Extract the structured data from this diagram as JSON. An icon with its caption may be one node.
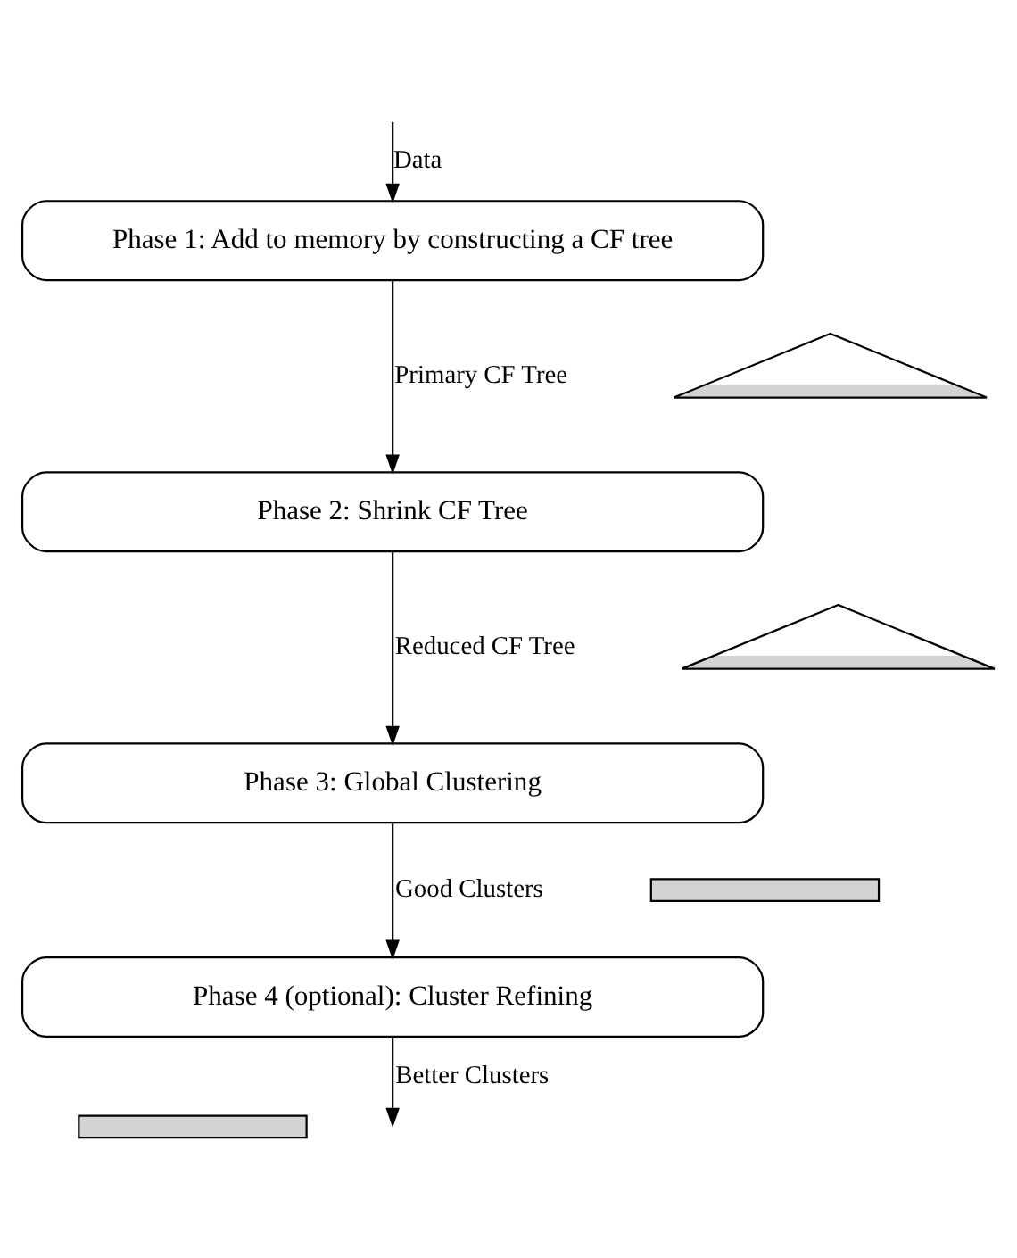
{
  "diagram": {
    "nodes": [
      {
        "text": [
          "Phase 1: Add to memory by constructing a CF tree"
        ]
      },
      {
        "text": [
          "Phase 2: Shrink CF Tree"
        ]
      },
      {
        "text": [
          "Phase 3: Global Clustering"
        ]
      },
      {
        "text": [
          "Phase 4 (optional): Cluster Refining"
        ]
      },
      {
        "text": [],
        "shape": "tree"
      },
      {
        "text": [],
        "shape": "tree"
      },
      {
        "text": [],
        "shape": "bar"
      },
      {
        "text": [],
        "shape": "bar"
      }
    ],
    "edges": [
      {
        "from": null,
        "to": 0,
        "arrow": "to",
        "label": "Data"
      },
      {
        "from": 0,
        "to": 1,
        "arrow": "to",
        "label": "Primary CF Tree"
      },
      {
        "from": 1,
        "to": 2,
        "arrow": "to",
        "label": "Reduced CF Tree"
      },
      {
        "from": 2,
        "to": 3,
        "arrow": "to",
        "label": "Good Clusters"
      },
      {
        "from": 3,
        "to": null,
        "arrow": "to",
        "label": "Better Clusters"
      }
    ]
  }
}
